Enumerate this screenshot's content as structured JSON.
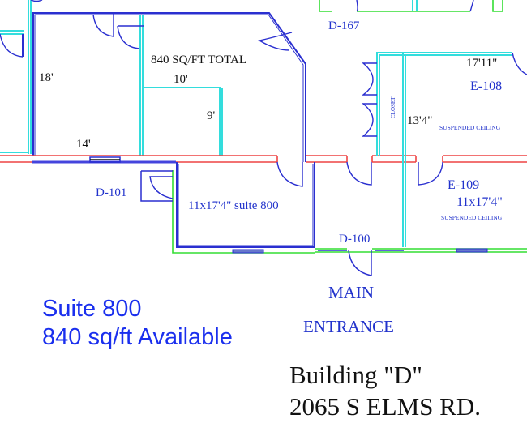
{
  "plan": {
    "total_area": "840 SQ/FT TOTAL",
    "dim_18": "18'",
    "dim_10": "10'",
    "dim_9": "9'",
    "dim_14": "14'",
    "d101": "D-101",
    "suite_room": "11x17'4\" suite 800",
    "d167": "D-167",
    "dim_17_11": "17'11\"",
    "e108": "E-108",
    "closet": "CLOSET",
    "dim_13_4": "13'4\"",
    "suspended_1": "SUSPENDED CEILING",
    "e109": "E-109",
    "e109_dim": "11x17'4\"",
    "suspended_2": "SUSPENDED CEILING",
    "d100": "D-100",
    "main": "MAIN",
    "entrance": "ENTRANCE"
  },
  "listing": {
    "suite": "Suite 800",
    "available": "840 sq/ft Available"
  },
  "address": {
    "building": "Building \"D\"",
    "street": "2065 S ELMS RD."
  },
  "colors": {
    "wall_blue": "#2a2fd0",
    "wall_cyan": "#33dddd",
    "corridor_red": "#ee4444",
    "outline_green": "#33dd33",
    "label_blue": "#2233cc"
  }
}
